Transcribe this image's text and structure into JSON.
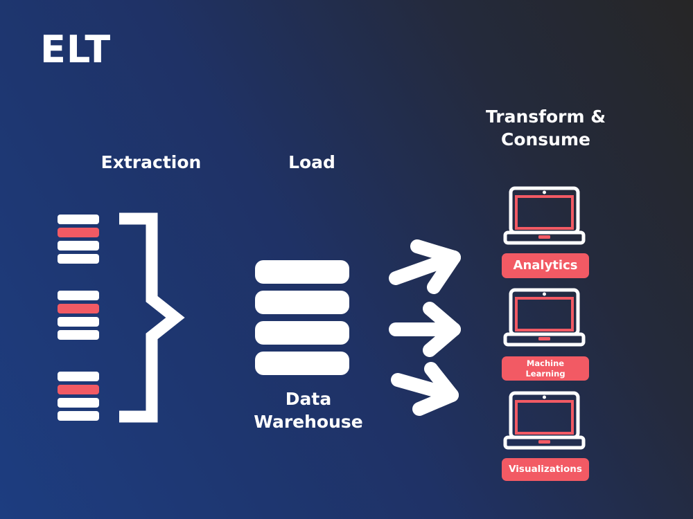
{
  "title": "ELT",
  "stages": {
    "extraction": "Extraction",
    "load": "Load",
    "transform": [
      "Transform &",
      "Consume"
    ]
  },
  "warehouse": [
    "Data",
    "Warehouse"
  ],
  "outputs": [
    "Analytics",
    "Machine Learning",
    "Visualizations"
  ],
  "colors": {
    "accent": "#f25a64",
    "foreground": "#ffffff",
    "background_start": "#1d3d80",
    "background_end": "#262626"
  },
  "icons": [
    "data-table-icon",
    "brace-icon",
    "database-icon",
    "arrow-right-icon",
    "laptop-icon"
  ]
}
